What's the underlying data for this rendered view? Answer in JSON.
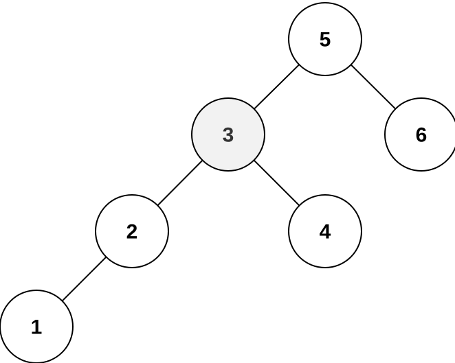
{
  "tree": {
    "nodes": [
      {
        "id": "n5",
        "label": "5",
        "fill": "#ffffff",
        "text_color": "#000000"
      },
      {
        "id": "n3",
        "label": "3",
        "fill": "#f2f2f2",
        "text_color": "#333333"
      },
      {
        "id": "n6",
        "label": "6",
        "fill": "#ffffff",
        "text_color": "#000000"
      },
      {
        "id": "n2",
        "label": "2",
        "fill": "#ffffff",
        "text_color": "#000000"
      },
      {
        "id": "n4",
        "label": "4",
        "fill": "#ffffff",
        "text_color": "#000000"
      },
      {
        "id": "n1",
        "label": "1",
        "fill": "#ffffff",
        "text_color": "#000000"
      }
    ],
    "edges": [
      {
        "from": "n5",
        "to": "n3"
      },
      {
        "from": "n5",
        "to": "n6"
      },
      {
        "from": "n3",
        "to": "n2"
      },
      {
        "from": "n3",
        "to": "n4"
      },
      {
        "from": "n2",
        "to": "n1"
      }
    ]
  }
}
